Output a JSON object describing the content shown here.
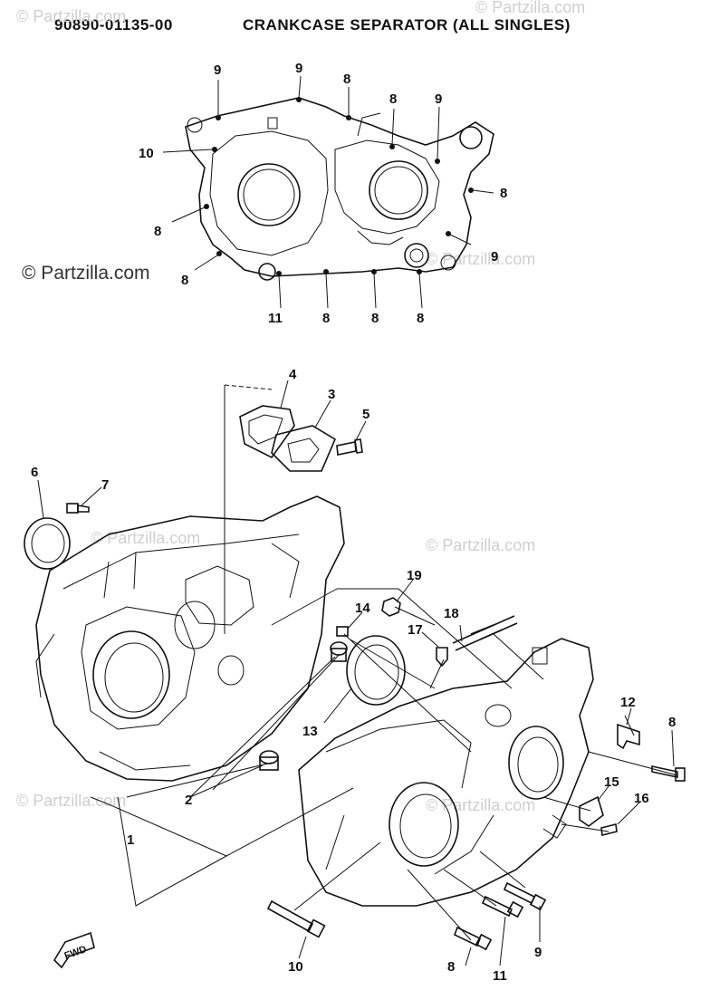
{
  "header": {
    "part_number": "90890-01135-00",
    "title": "CRANKCASE SEPARATOR (ALL SINGLES)"
  },
  "watermarks": {
    "main": "© Partzilla.com",
    "faint": "© Partzilla.com"
  },
  "fwd_label": "FWD",
  "callouts": [
    {
      "id": "c1",
      "text": "9"
    },
    {
      "id": "c2",
      "text": "9"
    },
    {
      "id": "c3",
      "text": "8"
    },
    {
      "id": "c4",
      "text": "8"
    },
    {
      "id": "c5",
      "text": "9"
    },
    {
      "id": "c6",
      "text": "10"
    },
    {
      "id": "c7",
      "text": "8"
    },
    {
      "id": "c8",
      "text": "8"
    },
    {
      "id": "c9",
      "text": "9"
    },
    {
      "id": "c10",
      "text": "8"
    },
    {
      "id": "c11",
      "text": "11"
    },
    {
      "id": "c12",
      "text": "8"
    },
    {
      "id": "c13",
      "text": "8"
    },
    {
      "id": "c14",
      "text": "8"
    },
    {
      "id": "c15",
      "text": "4"
    },
    {
      "id": "c16",
      "text": "3"
    },
    {
      "id": "c17",
      "text": "5"
    },
    {
      "id": "c18",
      "text": "6"
    },
    {
      "id": "c19",
      "text": "7"
    },
    {
      "id": "c20",
      "text": "19"
    },
    {
      "id": "c21",
      "text": "14"
    },
    {
      "id": "c22",
      "text": "17"
    },
    {
      "id": "c23",
      "text": "18"
    },
    {
      "id": "c24",
      "text": "12"
    },
    {
      "id": "c25",
      "text": "8"
    },
    {
      "id": "c26",
      "text": "13"
    },
    {
      "id": "c27",
      "text": "15"
    },
    {
      "id": "c28",
      "text": "16"
    },
    {
      "id": "c29",
      "text": "2"
    },
    {
      "id": "c30",
      "text": "1"
    },
    {
      "id": "c31",
      "text": "10"
    },
    {
      "id": "c32",
      "text": "8"
    },
    {
      "id": "c33",
      "text": "11"
    },
    {
      "id": "c34",
      "text": "9"
    }
  ]
}
